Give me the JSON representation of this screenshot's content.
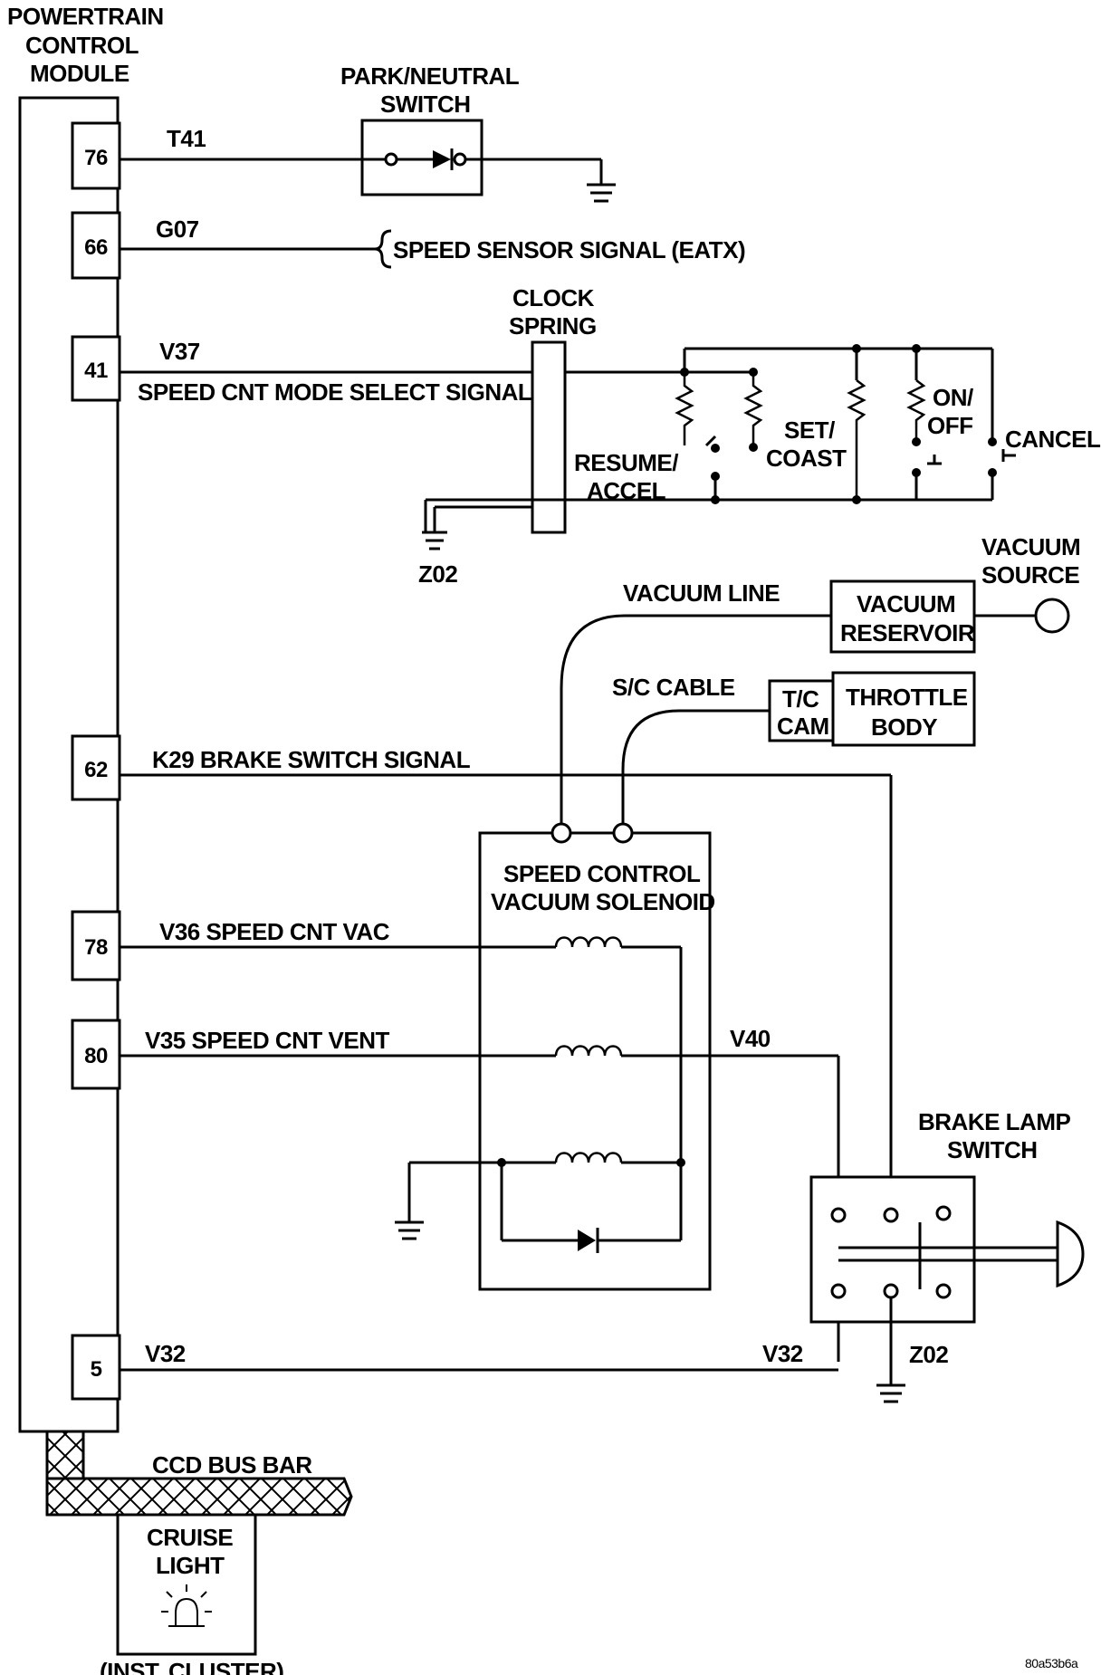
{
  "pcm": {
    "title_lines": [
      "POWERTRAIN",
      "CONTROL",
      "MODULE"
    ],
    "pins": [
      "76",
      "66",
      "41",
      "62",
      "78",
      "80",
      "5"
    ]
  },
  "wires": {
    "t41": "T41",
    "g07": "G07",
    "v37": "V37",
    "mode_select": "SPEED CNT MODE SELECT SIGNAL",
    "k29": "K29 BRAKE SWITCH SIGNAL",
    "v36": "V36 SPEED CNT VAC",
    "v35": "V35 SPEED CNT VENT",
    "v40": "V40",
    "v32_left": "V32",
    "v32_right": "V32"
  },
  "components": {
    "park_neutral": [
      "PARK/NEUTRAL",
      "SWITCH"
    ],
    "speed_sensor": "SPEED SENSOR SIGNAL (EATX)",
    "clock_spring": [
      "CLOCK",
      "SPRING"
    ],
    "resume_accel": [
      "RESUME/",
      "ACCEL"
    ],
    "set_coast": [
      "SET/",
      "COAST"
    ],
    "on_off": [
      "ON/",
      "OFF"
    ],
    "cancel": "CANCEL",
    "z02_clock": "Z02",
    "vacuum_source": [
      "VACUUM",
      "SOURCE"
    ],
    "vacuum_line": "VACUUM LINE",
    "vacuum_reservoir": [
      "VACUUM",
      "RESERVOIR"
    ],
    "sc_cable": "S/C CABLE",
    "tc_cam": [
      "T/C",
      "CAM"
    ],
    "throttle_body": [
      "THROTTLE",
      "BODY"
    ],
    "solenoid": [
      "SPEED CONTROL",
      "VACUUM SOLENOID"
    ],
    "brake_lamp_switch": [
      "BRAKE LAMP",
      "SWITCH"
    ],
    "z02_brake": "Z02",
    "ccd_bus_bar": "CCD BUS BAR",
    "cruise_light": [
      "CRUISE",
      "LIGHT"
    ],
    "inst_cluster": "(INST. CLUSTER)"
  },
  "figure_id": "80a53b6a"
}
